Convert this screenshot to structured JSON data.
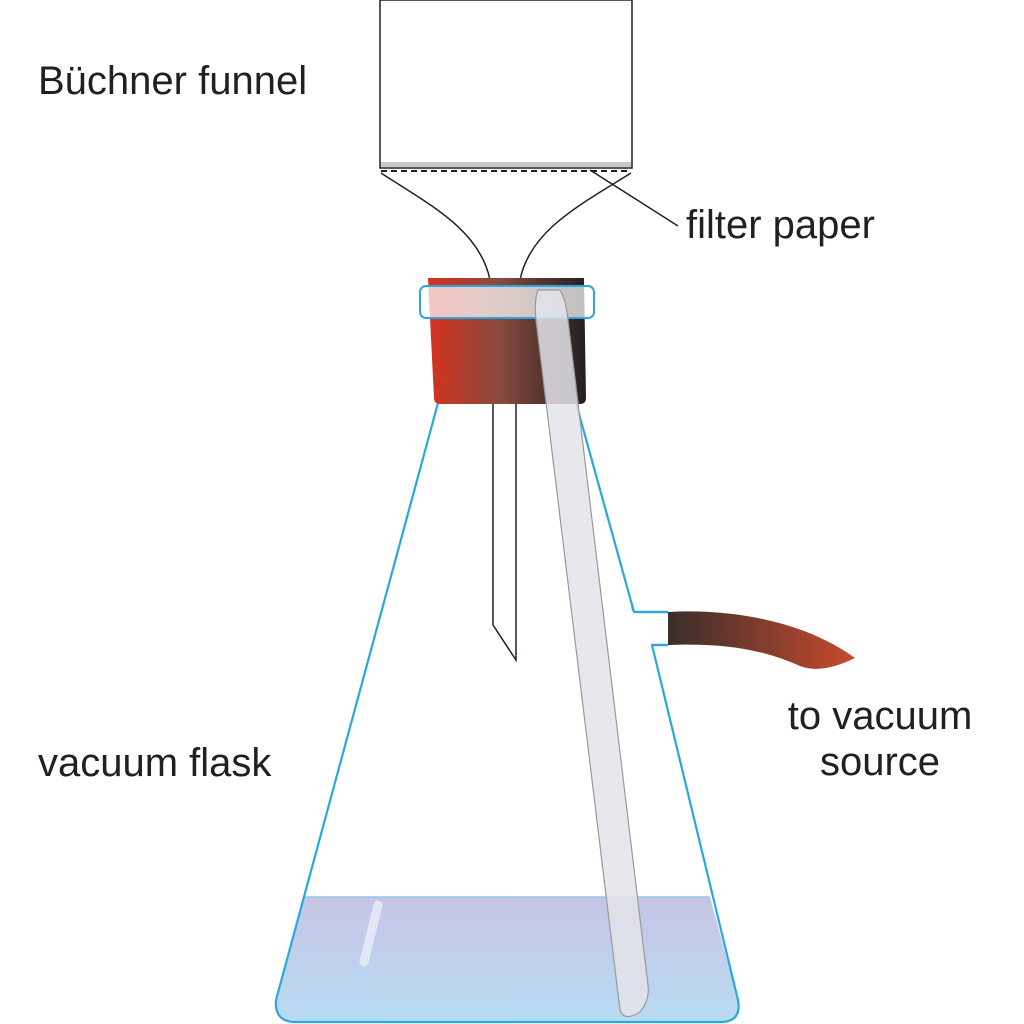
{
  "labels": {
    "buchner_funnel": "Büchner funnel",
    "filter_paper": "filter paper",
    "vacuum_flask": "vacuum flask",
    "vacuum_source_line1": "to vacuum",
    "vacuum_source_line2": "source"
  },
  "colors": {
    "outline": "#231f20",
    "glass_edge": "#29a8e0",
    "liquid_top": "#c5c3e6",
    "liquid_bottom": "#b9dcf2",
    "stopper_red": "#d6311f",
    "stopper_dark": "#231f20",
    "hose_red": "#c1432c",
    "hose_dark": "#3a2e2b",
    "glass_rod": "#e4e4ea"
  }
}
